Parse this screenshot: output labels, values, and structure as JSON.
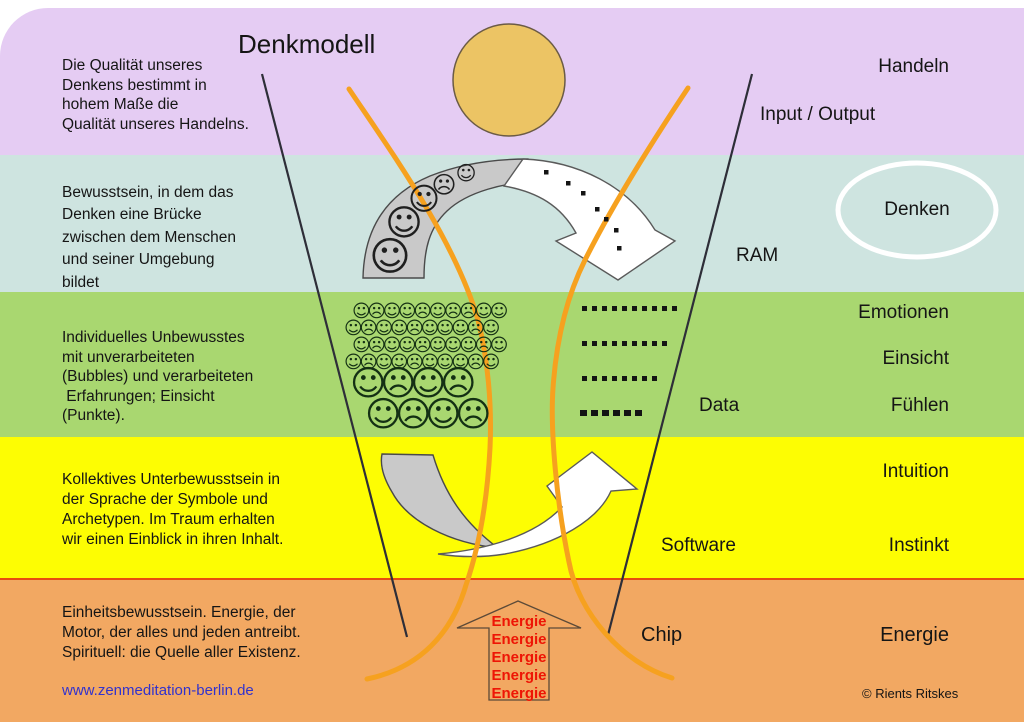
{
  "title": "Denkmodell",
  "glyphs": {
    "happy": "☺",
    "sad": "☹"
  },
  "colors": {
    "band1": "#e5ccf3",
    "band2": "#cee4e0",
    "band3": "#a9d770",
    "band4": "#fdfd03",
    "band5": "#f2a862",
    "divider": "#e84b10",
    "orange_curve": "#f6a11f",
    "sun_fill": "#ecc464",
    "gray_shape": "#c9c9c9",
    "link_blue": "#3232cd",
    "energy_red": "#ee1505"
  },
  "band1": {
    "paragraph": [
      "Die Qualität unseres",
      "Denkens bestimmt in",
      "hohem Maße die",
      "Qualität unseres Handelns."
    ],
    "label_handeln": "Handeln",
    "label_io": "Input / Output"
  },
  "band2": {
    "paragraph": [
      "Bewusstsein, in dem das",
      "Denken eine Brücke",
      "zwischen dem Menschen",
      "und seiner Umgebung",
      "bildet"
    ],
    "label_ram": "RAM",
    "label_denken": "Denken",
    "bridge_faces": "HHHSH",
    "arrow_dot_count": 7
  },
  "band3": {
    "paragraph": [
      "Individuelles Unbewusstes",
      "mit unverarbeiteten",
      "(Bubbles) und verarbeiteten",
      " Erfahrungen; Einsicht",
      "(Punkte)."
    ],
    "label_data": "Data",
    "label_emotionen": "Emotionen",
    "label_einsicht": "Einsicht",
    "label_fuehlen": "Fühlen",
    "smiley_rows_small": [
      "HSHHSHSSHH",
      "HSHHSHHHSH",
      "HSHHSHHHSH",
      "HSHHSHHHSH"
    ],
    "smiley_rows_large": [
      "HSHS",
      "HSHS"
    ],
    "dot_rows": [
      10,
      9,
      8,
      6
    ]
  },
  "band4": {
    "paragraph": [
      "Kollektives Unterbewusstsein in",
      "der Sprache der Symbole und",
      "Archetypen. Im Traum erhalten",
      "wir einen Einblick in ihren Inhalt."
    ],
    "label_software": "Software",
    "label_intuition": "Intuition",
    "label_instinkt": "Instinkt"
  },
  "band5": {
    "paragraph": [
      "Einheitsbewusstsein. Energie, der",
      "Motor, der alles und jeden antreibt.",
      "Spirituell: die Quelle aller Existenz."
    ],
    "label_chip": "Chip",
    "label_energie": "Energie",
    "energy_words": [
      "Energie",
      "Energie",
      "Energie",
      "Energie",
      "Energie"
    ],
    "link": "www.zenmeditation-berlin.de",
    "credit": "© Rients Ritskes"
  }
}
